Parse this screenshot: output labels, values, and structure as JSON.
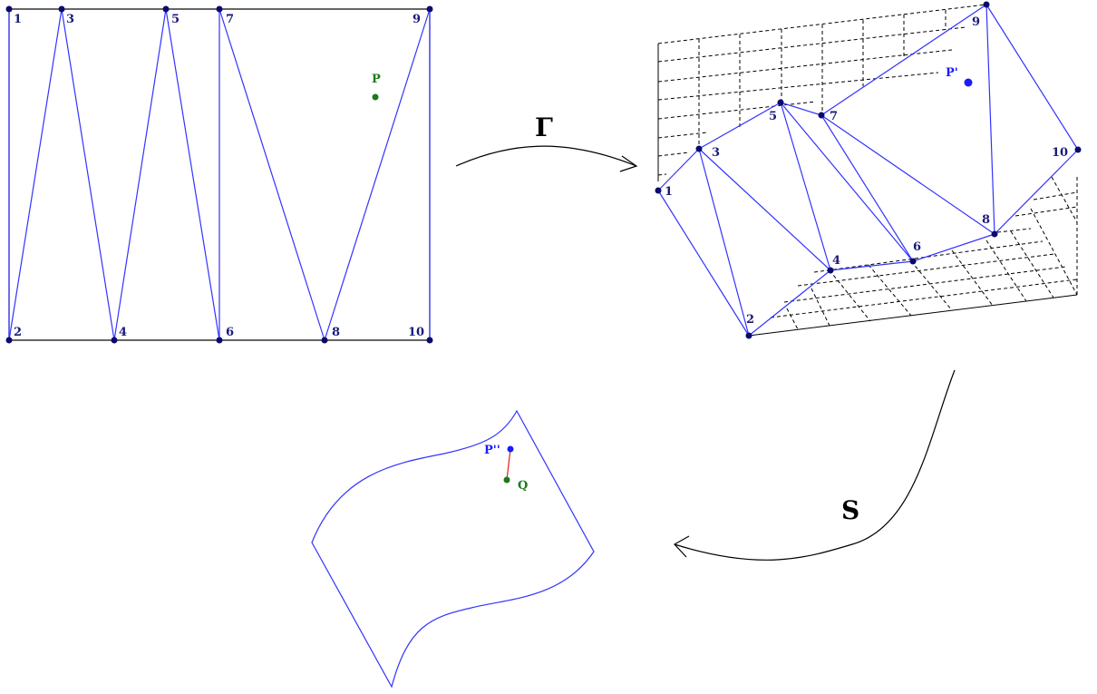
{
  "colors": {
    "mesh": "#3333ff",
    "vertex": "#0a0a6e",
    "vertex_label": "#1a1a7a",
    "source_point": "#1a7a1a",
    "image_point": "#1a1aff",
    "distance_segment": "#e0302a",
    "frame": "#000000",
    "grid": "#000000"
  },
  "icons": {
    "gamma_arrow": "curved-arrow-right-icon",
    "s_arrow": "curved-arrow-down-left-icon"
  },
  "vertex_labels": [
    "1",
    "2",
    "3",
    "4",
    "5",
    "6",
    "7",
    "8",
    "9",
    "10"
  ],
  "points": {
    "p": "P",
    "p_prime": "P'",
    "p_double_prime": "P''",
    "q": "Q"
  },
  "maps": {
    "gamma": "Γ",
    "s": "S"
  }
}
